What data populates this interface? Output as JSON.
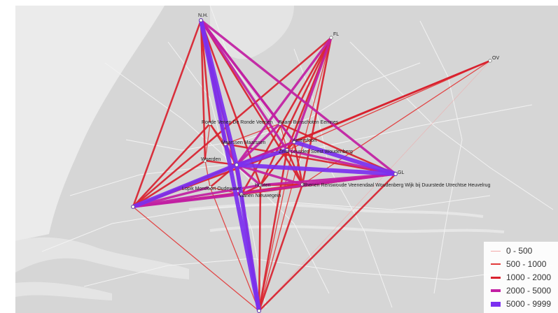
{
  "map": {
    "colors": {
      "land": "#d6d6d6",
      "water": "#ebebeb",
      "road": "#f4f4f4",
      "page": "#ffffff"
    },
    "places": [
      {
        "id": "north",
        "label": "N.H."
      },
      {
        "id": "fl",
        "label": "FL"
      },
      {
        "id": "ov",
        "label": "OV"
      },
      {
        "id": "gl",
        "label": "GL"
      },
      {
        "id": "zh",
        "label": ""
      },
      {
        "id": "ut",
        "label": ""
      },
      {
        "id": "south",
        "label": ""
      },
      {
        "id": "ronde",
        "label": "Ronde Venen De Ronde Veenen"
      },
      {
        "id": "baarn",
        "label": "Baarn Bunschoten Eemnes"
      },
      {
        "id": "maarssen",
        "label": "Maarssen Maarssen"
      },
      {
        "id": "amersfoort",
        "label": "Amersfoort"
      },
      {
        "id": "zeist",
        "label": "Zeist Leusden Soest Woudenberg"
      },
      {
        "id": "woerden",
        "label": "Woerden"
      },
      {
        "id": "lopik",
        "label": "Lopik Montfoort Oudewater"
      },
      {
        "id": "houten",
        "label": "Houten"
      },
      {
        "id": "rhenen",
        "label": "Rhenen Renswoude Veenendaal Woudenberg Wijk bij Duurstede Utrechtse Heuvelrug"
      },
      {
        "id": "nieuwegein",
        "label": "Vianen Nieuwegein"
      }
    ],
    "flows": [
      {
        "from": "north",
        "to": "ut",
        "cls": 4
      },
      {
        "from": "north",
        "to": "south",
        "cls": 4
      },
      {
        "from": "north",
        "to": "amersfoort",
        "cls": 3
      },
      {
        "from": "north",
        "to": "gl",
        "cls": 3
      },
      {
        "from": "north",
        "to": "zeist",
        "cls": 3
      },
      {
        "from": "north",
        "to": "baarn",
        "cls": 3
      },
      {
        "from": "north",
        "to": "ronde",
        "cls": 2
      },
      {
        "from": "north",
        "to": "woerden",
        "cls": 2
      },
      {
        "from": "north",
        "to": "houten",
        "cls": 2
      },
      {
        "from": "north",
        "to": "zh",
        "cls": 2
      },
      {
        "from": "north",
        "to": "rhenen",
        "cls": 2
      },
      {
        "from": "north",
        "to": "nieuwegein",
        "cls": 2
      },
      {
        "from": "north",
        "to": "maarssen",
        "cls": 2
      },
      {
        "from": "fl",
        "to": "ut",
        "cls": 3
      },
      {
        "from": "fl",
        "to": "amersfoort",
        "cls": 3
      },
      {
        "from": "fl",
        "to": "zh",
        "cls": 2
      },
      {
        "from": "fl",
        "to": "rhenen",
        "cls": 2
      },
      {
        "from": "fl",
        "to": "houten",
        "cls": 2
      },
      {
        "from": "fl",
        "to": "zeist",
        "cls": 2
      },
      {
        "from": "fl",
        "to": "nieuwegein",
        "cls": 2
      },
      {
        "from": "fl",
        "to": "south",
        "cls": 1
      },
      {
        "from": "ov",
        "to": "ut",
        "cls": 2
      },
      {
        "from": "ov",
        "to": "amersfoort",
        "cls": 2
      },
      {
        "from": "ov",
        "to": "zh",
        "cls": 1
      },
      {
        "from": "ov",
        "to": "rhenen",
        "cls": 1
      },
      {
        "from": "ov",
        "to": "zeist",
        "cls": 1
      },
      {
        "from": "ov",
        "to": "south",
        "cls": 0
      },
      {
        "from": "gl",
        "to": "ut",
        "cls": 4
      },
      {
        "from": "gl",
        "to": "amersfoort",
        "cls": 4
      },
      {
        "from": "gl",
        "to": "zh",
        "cls": 3
      },
      {
        "from": "gl",
        "to": "zeist",
        "cls": 3
      },
      {
        "from": "gl",
        "to": "houten",
        "cls": 3
      },
      {
        "from": "gl",
        "to": "rhenen",
        "cls": 3
      },
      {
        "from": "gl",
        "to": "nieuwegein",
        "cls": 2
      },
      {
        "from": "gl",
        "to": "south",
        "cls": 2
      },
      {
        "from": "gl",
        "to": "baarn",
        "cls": 2
      },
      {
        "from": "gl",
        "to": "maarssen",
        "cls": 2
      },
      {
        "from": "zh",
        "to": "ut",
        "cls": 4
      },
      {
        "from": "zh",
        "to": "houten",
        "cls": 3
      },
      {
        "from": "zh",
        "to": "nieuwegein",
        "cls": 3
      },
      {
        "from": "zh",
        "to": "lopik",
        "cls": 3
      },
      {
        "from": "zh",
        "to": "amersfoort",
        "cls": 2
      },
      {
        "from": "zh",
        "to": "zeist",
        "cls": 2
      },
      {
        "from": "zh",
        "to": "woerden",
        "cls": 2
      },
      {
        "from": "zh",
        "to": "rhenen",
        "cls": 2
      },
      {
        "from": "zh",
        "to": "south",
        "cls": 1
      },
      {
        "from": "zh",
        "to": "ronde",
        "cls": 2
      },
      {
        "from": "ut",
        "to": "amersfoort",
        "cls": 3
      },
      {
        "from": "ut",
        "to": "zeist",
        "cls": 4
      },
      {
        "from": "ut",
        "to": "houten",
        "cls": 3
      },
      {
        "from": "ut",
        "to": "nieuwegein",
        "cls": 3
      },
      {
        "from": "ut",
        "to": "rhenen",
        "cls": 3
      },
      {
        "from": "ut",
        "to": "south",
        "cls": 4
      },
      {
        "from": "ut",
        "to": "baarn",
        "cls": 3
      },
      {
        "from": "ut",
        "to": "maarssen",
        "cls": 3
      },
      {
        "from": "ut",
        "to": "ronde",
        "cls": 2
      },
      {
        "from": "ut",
        "to": "woerden",
        "cls": 2
      },
      {
        "from": "ut",
        "to": "lopik",
        "cls": 2
      },
      {
        "from": "south",
        "to": "houten",
        "cls": 2
      },
      {
        "from": "south",
        "to": "nieuwegein",
        "cls": 2
      },
      {
        "from": "south",
        "to": "rhenen",
        "cls": 2
      },
      {
        "from": "south",
        "to": "zeist",
        "cls": 2
      },
      {
        "from": "south",
        "to": "amersfoort",
        "cls": 1
      },
      {
        "from": "south",
        "to": "lopik",
        "cls": 1
      },
      {
        "from": "amersfoort",
        "to": "zeist",
        "cls": 2
      },
      {
        "from": "amersfoort",
        "to": "baarn",
        "cls": 2
      },
      {
        "from": "amersfoort",
        "to": "rhenen",
        "cls": 2
      },
      {
        "from": "amersfoort",
        "to": "houten",
        "cls": 1
      },
      {
        "from": "zeist",
        "to": "rhenen",
        "cls": 2
      },
      {
        "from": "zeist",
        "to": "houten",
        "cls": 2
      },
      {
        "from": "zeist",
        "to": "baarn",
        "cls": 1
      },
      {
        "from": "houten",
        "to": "nieuwegein",
        "cls": 2
      },
      {
        "from": "houten",
        "to": "rhenen",
        "cls": 2
      },
      {
        "from": "maarssen",
        "to": "ronde",
        "cls": 1
      },
      {
        "from": "maarssen",
        "to": "baarn",
        "cls": 1
      },
      {
        "from": "woerden",
        "to": "lopik",
        "cls": 1
      },
      {
        "from": "woerden",
        "to": "ronde",
        "cls": 1
      },
      {
        "from": "lopik",
        "to": "nieuwegein",
        "cls": 1
      },
      {
        "from": "nieuwegein",
        "to": "rhenen",
        "cls": 1
      }
    ]
  },
  "legend": {
    "items": [
      {
        "label": "0 - 500",
        "color": "#f2a8a8",
        "width": 1
      },
      {
        "label": "500 - 1000",
        "color": "#e23a3a",
        "width": 1.5
      },
      {
        "label": "1000 - 2000",
        "color": "#d9212e",
        "width": 3
      },
      {
        "label": "2000 - 5000",
        "color": "#c21fa3",
        "width": 4
      },
      {
        "label": "5000 - 9999",
        "color": "#7b30f0",
        "width": 7
      }
    ]
  }
}
